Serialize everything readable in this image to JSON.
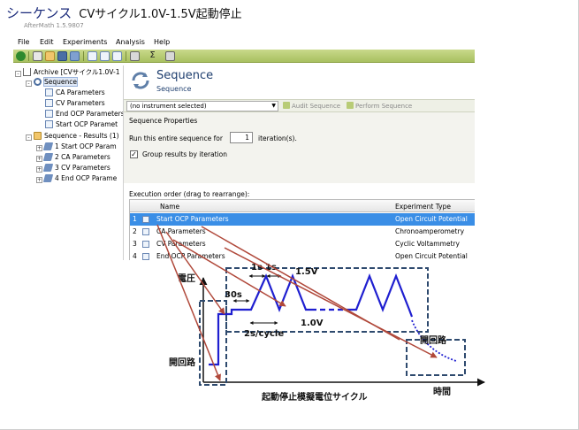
{
  "slide": {
    "title_main": "シーケンス",
    "title_sub": "CVサイクル1.0V-1.5V起動停止"
  },
  "app": {
    "window_title": "AfterMath 1.5.9807",
    "menu": [
      "File",
      "Edit",
      "Experiments",
      "Analysis",
      "Help"
    ],
    "tree": {
      "archive": "Archive [CVサイクル1.0V-1",
      "sequence": "Sequence",
      "children": [
        "CA Parameters",
        "CV Parameters",
        "End OCP Parameters",
        "Start OCP Paramet"
      ],
      "results": "Sequence - Results (1)",
      "result_items": [
        "1 Start OCP Param",
        "2 CA Parameters",
        "3 CV Parameters",
        "4 End OCP Parame"
      ]
    },
    "panel": {
      "title": "Sequence",
      "subtitle": "Sequence",
      "instrument": "(no instrument selected)",
      "audit_btn": "Audit Sequence",
      "perform_btn": "Perform Sequence",
      "props_title": "Sequence Properties",
      "run_label": "Run this entire sequence for",
      "iterations_value": "1",
      "iterations_suffix": "iteration(s).",
      "group_label": "Group results by iteration",
      "exec_label": "Execution order (drag to rearrange):",
      "col_name": "Name",
      "col_type": "Experiment Type",
      "rows": [
        {
          "num": "1",
          "name": "Start OCP Parameters",
          "type": "Open Circuit Potential"
        },
        {
          "num": "2",
          "name": "CA Parameters",
          "type": "Chronoamperometry"
        },
        {
          "num": "3",
          "name": "CV Parameters",
          "type": "Cyclic Voltammetry"
        },
        {
          "num": "4",
          "name": "End OCP Parameters",
          "type": "Open Circuit Potential"
        }
      ]
    }
  },
  "diagram": {
    "y_axis": "電圧",
    "x_axis": "時間",
    "caption": "起動停止模擬電位サイクル",
    "open_circuit_left": "開回路",
    "open_circuit_right": "開回路",
    "t30": "30s",
    "t1a": "1s",
    "t1b": "1s",
    "v15": "1.5V",
    "v10": "1.0V",
    "rate": "2s/cycle"
  },
  "colors": {
    "waveform": "#1f1fd0",
    "box": "#2e4a6e",
    "arrow": "#b0483a",
    "selection": "#3a8ee6",
    "toolbar": "#b5c96e"
  }
}
